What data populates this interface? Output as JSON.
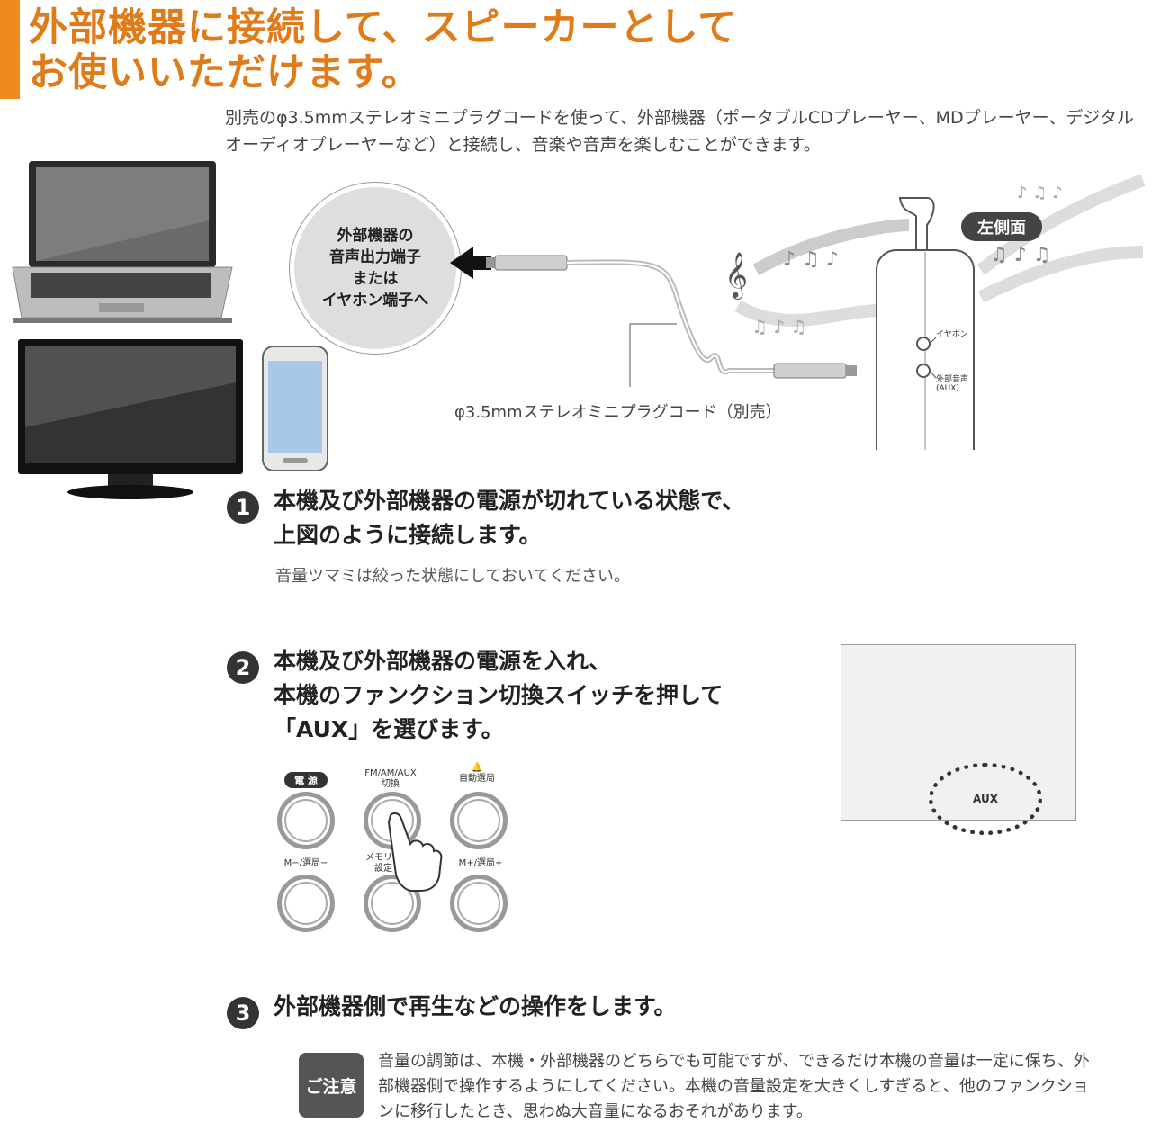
{
  "header": {
    "title_line1": "外部機器に接続して、スピーカーとして",
    "title_line2": "お使いいただけます。",
    "accent_color": "#e07b1a"
  },
  "intro": "別売のφ3.5mmステレオミニプラグコードを使って、外部機器（ポータブルCDプレーヤー、MDプレーヤー、デジタルオーディオプレーヤーなど）と接続し、音楽や音声を楽しむことができます。",
  "diagram": {
    "callout_lines": [
      "外部機器の",
      "音声出力端子",
      "または",
      "イヤホン端子へ"
    ],
    "cord_label": "φ3.5mmステレオミニプラグコード（別売）",
    "side_label": "左側面",
    "port_earphone": "イヤホン",
    "port_aux": "外部音声",
    "port_aux_sub": "(AUX)"
  },
  "steps": [
    {
      "number": "1",
      "lines": [
        "本機及び外部機器の電源が切れている状態で、",
        "上図のように接続します。"
      ],
      "note": "音量ツマミは絞った状態にしておいてください。"
    },
    {
      "number": "2",
      "lines": [
        "本機及び外部機器の電源を入れ、",
        "本機のファンクション切換スイッチを押して",
        "「AUX」を選びます。"
      ]
    },
    {
      "number": "3",
      "lines": [
        "外部機器側で再生などの操作をします。"
      ]
    }
  ],
  "panel": {
    "power": "電 源",
    "fm_am_aux": "FM/AM/AUX",
    "switch": "切換",
    "auto_tune": "自動選局",
    "m_minus": "M−/選局−",
    "memory": "メモリー",
    "memory_set": "設定",
    "m_plus": "M+/選局+"
  },
  "aux_display": "AUX",
  "caution": {
    "badge": "ご注意",
    "text": "音量の調節は、本機・外部機器のどちらでも可能ですが、できるだけ本機の音量は一定に保ち、外部機器側で操作するようにしてください。本機の音量設定を大きくしすぎると、他のファンクションに移行したとき、思わぬ大音量になるおそれがあります。"
  }
}
